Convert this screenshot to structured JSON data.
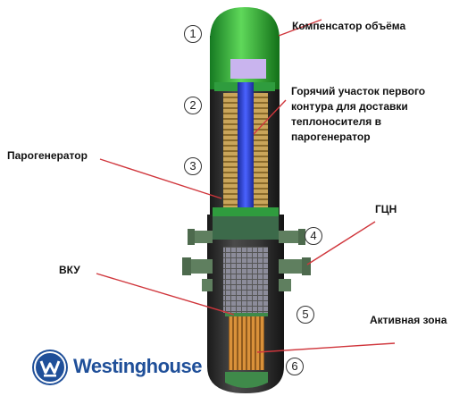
{
  "labels": {
    "compensator": "Компенсатор объёма",
    "hot_leg_1": "Горячий участок первого",
    "hot_leg_2": "контура для доставки",
    "hot_leg_3": "теплоносителя в",
    "hot_leg_4": "парогенератор",
    "steam_generator": "Парогенератор",
    "pump": "ГЦН",
    "internals": "ВКУ",
    "core": "Активная зона"
  },
  "markers": [
    "1",
    "2",
    "3",
    "4",
    "5",
    "6"
  ],
  "brand": {
    "name": "Westinghouse"
  },
  "colors": {
    "vessel": "#2b2b2b",
    "vessel_highlight": "#555555",
    "pressurizer": "#23a635",
    "pressurizer_light": "#6be06a",
    "hot_leg": "#2a3fcf",
    "tubes": "#b08a3c",
    "pump": "#5f7f5f",
    "core": "#c7822f",
    "leader": "#d0363c",
    "brand": "#1f4f99"
  },
  "icons": [
    "westinghouse-logo-icon"
  ]
}
